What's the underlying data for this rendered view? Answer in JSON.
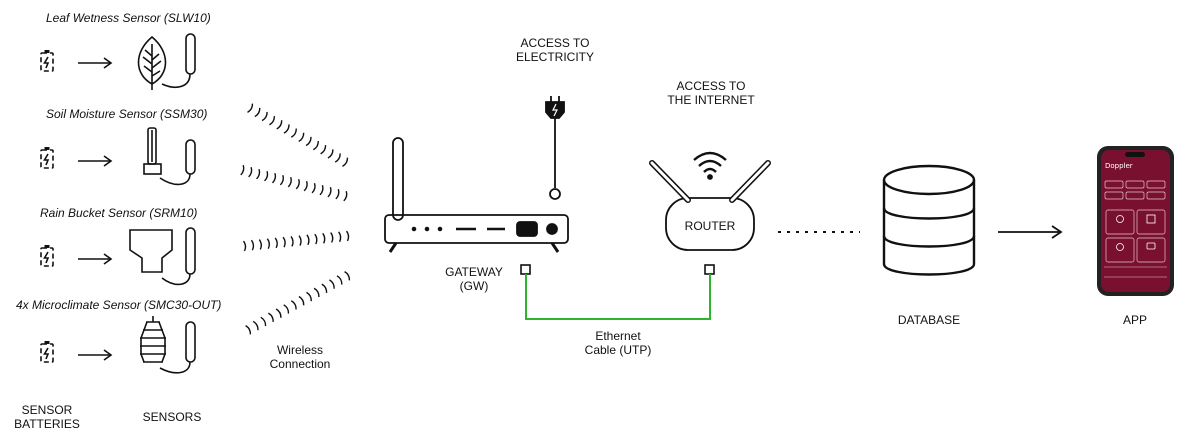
{
  "sensors": [
    {
      "name": "Leaf Wetness Sensor (SLW10)"
    },
    {
      "name": "Soil Moisture Sensor (SSM30)"
    },
    {
      "name": "Rain Bucket Sensor (SRM10)"
    },
    {
      "name": "4x Microclimate Sensor (SMC30-OUT)"
    }
  ],
  "labels": {
    "sensor_batteries": [
      "SENSOR",
      "BATTERIES"
    ],
    "sensors": "SENSORS",
    "wireless": [
      "Wireless",
      "Connection"
    ],
    "electricity": [
      "ACCESS TO",
      "ELECTRICITY"
    ],
    "internet": [
      "ACCESS TO",
      "THE INTERNET"
    ],
    "gateway": [
      "GATEWAY",
      "(GW)"
    ],
    "router": "ROUTER",
    "ethernet": [
      "Ethernet",
      "Cable (UTP)"
    ],
    "database": "DATABASE",
    "app": "APP"
  },
  "phone": {
    "app_title": "Doppler"
  },
  "colors": {
    "ethernet_cable": "#2db52d",
    "phone_screen": "#7a1030",
    "ink": "#111111"
  }
}
